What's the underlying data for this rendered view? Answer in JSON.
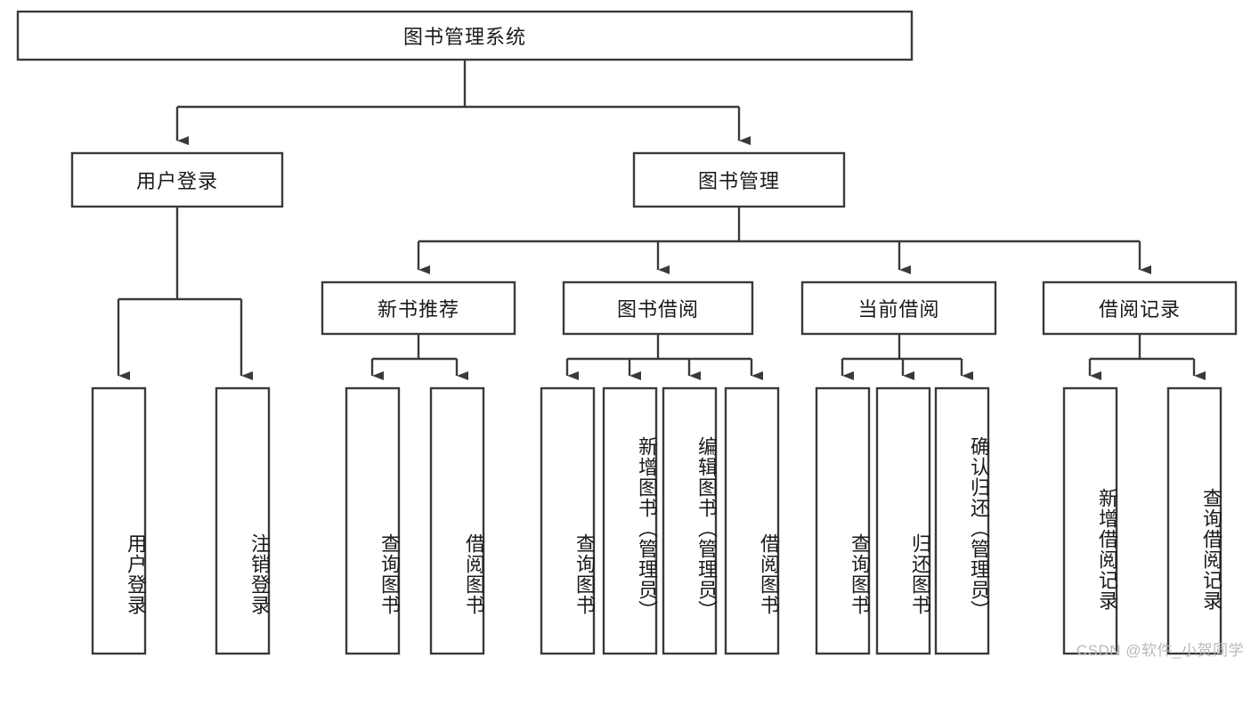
{
  "diagram": {
    "type": "tree",
    "title": "图书管理系统",
    "watermark": "CSDN @软件_小贺同学",
    "levels": {
      "root": "图书管理系统",
      "level2": [
        "用户登录",
        "图书管理"
      ],
      "level3": [
        "新书推荐",
        "图书借阅",
        "当前借阅",
        "借阅记录"
      ]
    },
    "nodes": {
      "root": {
        "label": "图书管理系统",
        "orientation": "horizontal"
      },
      "user_login": {
        "label": "用户登录",
        "orientation": "horizontal"
      },
      "book_manage": {
        "label": "图书管理",
        "orientation": "horizontal"
      },
      "new_book_rec": {
        "label": "新书推荐",
        "orientation": "horizontal"
      },
      "book_borrow": {
        "label": "图书借阅",
        "orientation": "horizontal"
      },
      "current_borrow": {
        "label": "当前借阅",
        "orientation": "horizontal"
      },
      "borrow_record": {
        "label": "借阅记录",
        "orientation": "horizontal"
      },
      "leaf_user_login": {
        "label": "用户登录",
        "orientation": "vertical"
      },
      "leaf_logout": {
        "label": "注销登录",
        "orientation": "vertical"
      },
      "leaf_query_book_1": {
        "label": "查询图书",
        "orientation": "vertical"
      },
      "leaf_borrow_book_1": {
        "label": "借阅图书",
        "orientation": "vertical"
      },
      "leaf_query_book_2": {
        "label": "查询图书",
        "orientation": "vertical"
      },
      "leaf_add_book": {
        "label": "新增图书（管理员）",
        "orientation": "vertical"
      },
      "leaf_edit_book": {
        "label": "编辑图书（管理员）",
        "orientation": "vertical"
      },
      "leaf_borrow_book_2": {
        "label": "借阅图书",
        "orientation": "vertical"
      },
      "leaf_query_book_3": {
        "label": "查询图书",
        "orientation": "vertical"
      },
      "leaf_return_book": {
        "label": "归还图书",
        "orientation": "vertical"
      },
      "leaf_confirm_return": {
        "label": "确认归还（管理员）",
        "orientation": "vertical"
      },
      "leaf_add_record": {
        "label": "新增借阅记录",
        "orientation": "vertical"
      },
      "leaf_query_record": {
        "label": "查询借阅记录",
        "orientation": "vertical"
      }
    },
    "edges": [
      {
        "from": "root",
        "to": "user_login"
      },
      {
        "from": "root",
        "to": "book_manage"
      },
      {
        "from": "book_manage",
        "to": "new_book_rec"
      },
      {
        "from": "book_manage",
        "to": "book_borrow"
      },
      {
        "from": "book_manage",
        "to": "current_borrow"
      },
      {
        "from": "book_manage",
        "to": "borrow_record"
      },
      {
        "from": "user_login",
        "to": "leaf_user_login"
      },
      {
        "from": "user_login",
        "to": "leaf_logout"
      },
      {
        "from": "new_book_rec",
        "to": "leaf_query_book_1"
      },
      {
        "from": "new_book_rec",
        "to": "leaf_borrow_book_1"
      },
      {
        "from": "book_borrow",
        "to": "leaf_query_book_2"
      },
      {
        "from": "book_borrow",
        "to": "leaf_add_book"
      },
      {
        "from": "book_borrow",
        "to": "leaf_edit_book"
      },
      {
        "from": "book_borrow",
        "to": "leaf_borrow_book_2"
      },
      {
        "from": "current_borrow",
        "to": "leaf_query_book_3"
      },
      {
        "from": "current_borrow",
        "to": "leaf_return_book"
      },
      {
        "from": "current_borrow",
        "to": "leaf_confirm_return"
      },
      {
        "from": "borrow_record",
        "to": "leaf_add_record"
      },
      {
        "from": "borrow_record",
        "to": "leaf_query_record"
      }
    ],
    "colors": {
      "stroke": "#3a3a3a",
      "fill": "#ffffff",
      "text": "#1a1a1a",
      "watermark": "#b9b9b9"
    }
  }
}
